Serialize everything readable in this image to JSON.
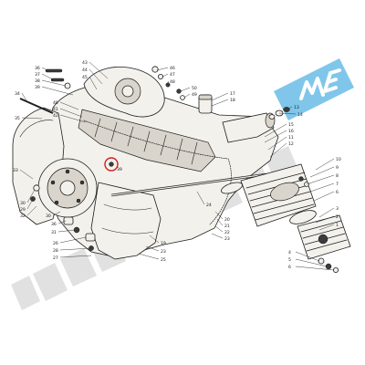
{
  "diagram": {
    "watermark": {
      "text": "lambretta...ME",
      "gray_color": "#c9c9c9",
      "blue_color": "#7fc6ea",
      "badge_text_color": "#ffffff"
    },
    "highlight": {
      "label_color": "#cc2222"
    },
    "callouts": [
      {
        "key": "c36a",
        "text": "36"
      },
      {
        "key": "c37",
        "text": "37"
      },
      {
        "key": "c38",
        "text": "38"
      },
      {
        "key": "c39",
        "text": "39"
      },
      {
        "key": "c43",
        "text": "43"
      },
      {
        "key": "c44",
        "text": "44"
      },
      {
        "key": "c45",
        "text": "45"
      },
      {
        "key": "c46",
        "text": "46"
      },
      {
        "key": "c47",
        "text": "47"
      },
      {
        "key": "c48",
        "text": "48"
      },
      {
        "key": "c50",
        "text": "50"
      },
      {
        "key": "c49",
        "text": "49"
      },
      {
        "key": "c17",
        "text": "17"
      },
      {
        "key": "c18",
        "text": "18"
      },
      {
        "key": "c13",
        "text": "13"
      },
      {
        "key": "c14",
        "text": "14"
      },
      {
        "key": "c15",
        "text": "15"
      },
      {
        "key": "c16",
        "text": "16"
      },
      {
        "key": "c11",
        "text": "11"
      },
      {
        "key": "c12",
        "text": "12"
      },
      {
        "key": "c34",
        "text": "34"
      },
      {
        "key": "c35",
        "text": "35"
      },
      {
        "key": "c40",
        "text": "40"
      },
      {
        "key": "c41",
        "text": "41"
      },
      {
        "key": "c42",
        "text": "42"
      },
      {
        "key": "c39b",
        "text": "39"
      },
      {
        "key": "c33",
        "text": "33"
      },
      {
        "key": "c30a",
        "text": "30"
      },
      {
        "key": "c29",
        "text": "29"
      },
      {
        "key": "c32",
        "text": "32"
      },
      {
        "key": "c30b",
        "text": "30"
      },
      {
        "key": "c36b",
        "text": "36"
      },
      {
        "key": "c31",
        "text": "31"
      },
      {
        "key": "c26",
        "text": "26"
      },
      {
        "key": "c28",
        "text": "28"
      },
      {
        "key": "c27",
        "text": "27"
      },
      {
        "key": "c19",
        "text": "19"
      },
      {
        "key": "c23",
        "text": "23"
      },
      {
        "key": "c25",
        "text": "25"
      },
      {
        "key": "c20",
        "text": "20"
      },
      {
        "key": "c21",
        "text": "21"
      },
      {
        "key": "c22",
        "text": "22"
      },
      {
        "key": "c23b",
        "text": "23"
      },
      {
        "key": "c24",
        "text": "24"
      },
      {
        "key": "c10",
        "text": "10"
      },
      {
        "key": "c9",
        "text": "9"
      },
      {
        "key": "c8",
        "text": "8"
      },
      {
        "key": "c7",
        "text": "7"
      },
      {
        "key": "c6",
        "text": "6"
      },
      {
        "key": "c3",
        "text": "3"
      },
      {
        "key": "c2",
        "text": "2"
      },
      {
        "key": "c1",
        "text": "1"
      },
      {
        "key": "c4",
        "text": "4"
      },
      {
        "key": "c5",
        "text": "5"
      },
      {
        "key": "c6b",
        "text": "6"
      }
    ]
  }
}
